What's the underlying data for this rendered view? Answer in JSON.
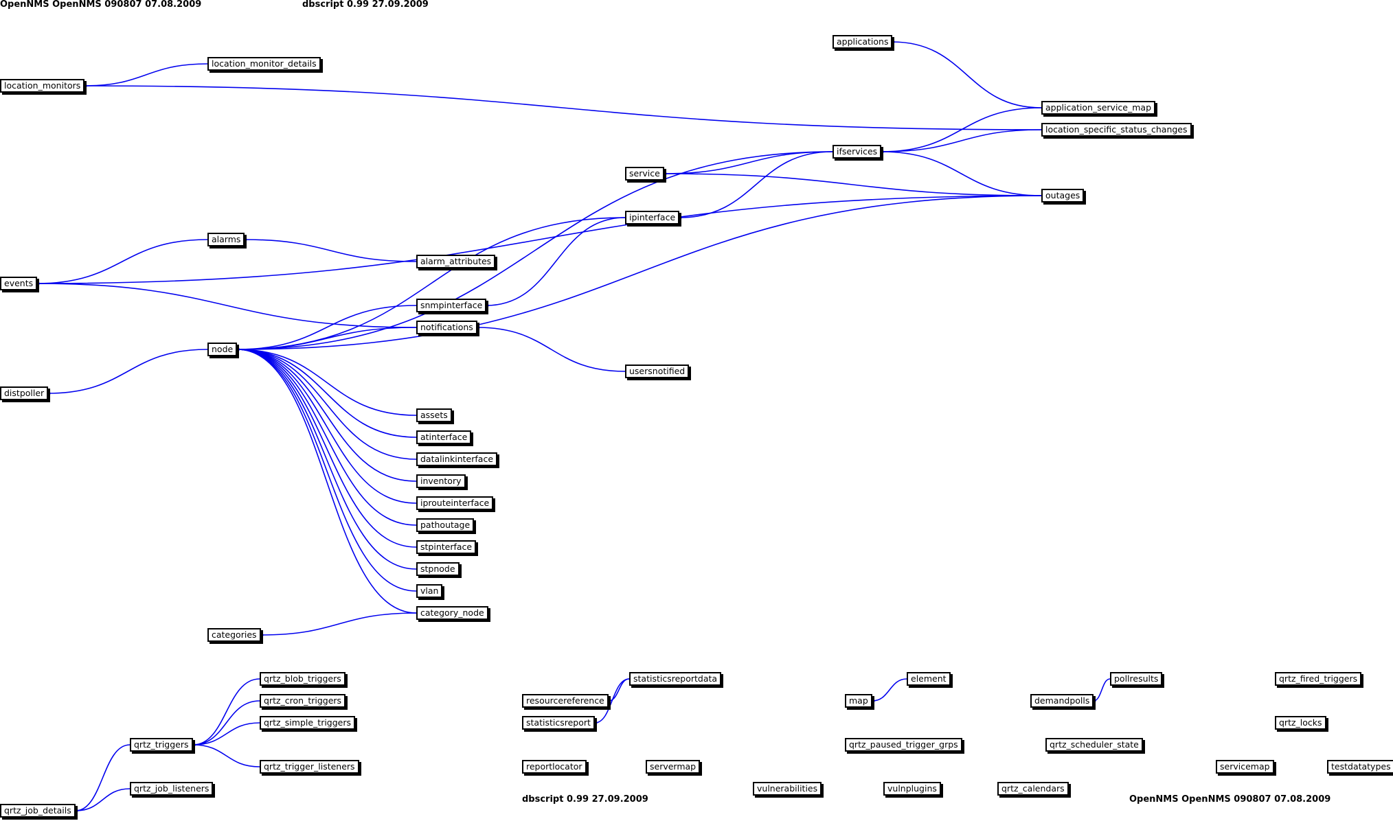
{
  "headers": {
    "top_left": "OpenNMS OpenNMS 090807 07.08.2009",
    "top_center": "dbscript 0.99 27.09.2009",
    "bottom_center": "dbscript 0.99 27.09.2009",
    "bottom_right": "OpenNMS OpenNMS 090807 07.08.2009"
  },
  "colors": {
    "edge": "#0000ee",
    "box_border": "#000000",
    "background": "#ffffff"
  },
  "tables": {
    "applications": "applications",
    "location_monitor_details": "location_monitor_details",
    "location_monitors": "location_monitors",
    "application_service_map": "application_service_map",
    "location_specific_status_changes": "location_specific_status_changes",
    "ifservices": "ifservices",
    "service": "service",
    "outages": "outages",
    "ipinterface": "ipinterface",
    "alarms": "alarms",
    "alarm_attributes": "alarm_attributes",
    "events": "events",
    "snmpinterface": "snmpinterface",
    "notifications": "notifications",
    "node": "node",
    "usersnotified": "usersnotified",
    "distpoller": "distpoller",
    "assets": "assets",
    "atinterface": "atinterface",
    "datalinkinterface": "datalinkinterface",
    "inventory": "inventory",
    "iprouteinterface": "iprouteinterface",
    "pathoutage": "pathoutage",
    "stpinterface": "stpinterface",
    "stpnode": "stpnode",
    "vlan": "vlan",
    "category_node": "category_node",
    "categories": "categories",
    "qrtz_blob_triggers": "qrtz_blob_triggers",
    "qrtz_cron_triggers": "qrtz_cron_triggers",
    "qrtz_simple_triggers": "qrtz_simple_triggers",
    "qrtz_triggers": "qrtz_triggers",
    "qrtz_trigger_listeners": "qrtz_trigger_listeners",
    "qrtz_job_listeners": "qrtz_job_listeners",
    "qrtz_job_details": "qrtz_job_details",
    "statisticsreportdata": "statisticsreportdata",
    "resourcereference": "resourcereference",
    "statisticsreport": "statisticsreport",
    "reportlocator": "reportlocator",
    "servermap": "servermap",
    "vulnerabilities": "vulnerabilities",
    "map": "map",
    "element": "element",
    "qrtz_paused_trigger_grps": "qrtz_paused_trigger_grps",
    "vulnplugins": "vulnplugins",
    "demandpolls": "demandpolls",
    "pollresults": "pollresults",
    "qrtz_scheduler_state": "qrtz_scheduler_state",
    "qrtz_calendars": "qrtz_calendars",
    "qrtz_fired_triggers": "qrtz_fired_triggers",
    "qrtz_locks": "qrtz_locks",
    "servicemap": "servicemap",
    "testdatatypes": "testdatatypes"
  },
  "relations": [
    [
      "applications",
      "application_service_map"
    ],
    [
      "location_monitors",
      "location_monitor_details"
    ],
    [
      "location_monitors",
      "location_specific_status_changes"
    ],
    [
      "ifservices",
      "application_service_map"
    ],
    [
      "ifservices",
      "location_specific_status_changes"
    ],
    [
      "ifservices",
      "outages"
    ],
    [
      "service",
      "ifservices"
    ],
    [
      "service",
      "outages"
    ],
    [
      "ipinterface",
      "ifservices"
    ],
    [
      "alarms",
      "alarm_attributes"
    ],
    [
      "events",
      "alarms"
    ],
    [
      "events",
      "outages"
    ],
    [
      "events",
      "notifications"
    ],
    [
      "snmpinterface",
      "ipinterface"
    ],
    [
      "notifications",
      "usersnotified"
    ],
    [
      "node",
      "snmpinterface"
    ],
    [
      "node",
      "notifications"
    ],
    [
      "node",
      "ipinterface"
    ],
    [
      "node",
      "ifservices"
    ],
    [
      "node",
      "outages"
    ],
    [
      "node",
      "assets"
    ],
    [
      "node",
      "atinterface"
    ],
    [
      "node",
      "datalinkinterface"
    ],
    [
      "node",
      "inventory"
    ],
    [
      "node",
      "iprouteinterface"
    ],
    [
      "node",
      "pathoutage"
    ],
    [
      "node",
      "stpinterface"
    ],
    [
      "node",
      "stpnode"
    ],
    [
      "node",
      "vlan"
    ],
    [
      "node",
      "category_node"
    ],
    [
      "distpoller",
      "node"
    ],
    [
      "categories",
      "category_node"
    ],
    [
      "qrtz_triggers",
      "qrtz_blob_triggers"
    ],
    [
      "qrtz_triggers",
      "qrtz_cron_triggers"
    ],
    [
      "qrtz_triggers",
      "qrtz_simple_triggers"
    ],
    [
      "qrtz_triggers",
      "qrtz_trigger_listeners"
    ],
    [
      "qrtz_job_details",
      "qrtz_triggers"
    ],
    [
      "qrtz_job_details",
      "qrtz_job_listeners"
    ],
    [
      "resourcereference",
      "statisticsreportdata"
    ],
    [
      "statisticsreport",
      "statisticsreportdata"
    ],
    [
      "map",
      "element"
    ],
    [
      "demandpolls",
      "pollresults"
    ]
  ]
}
